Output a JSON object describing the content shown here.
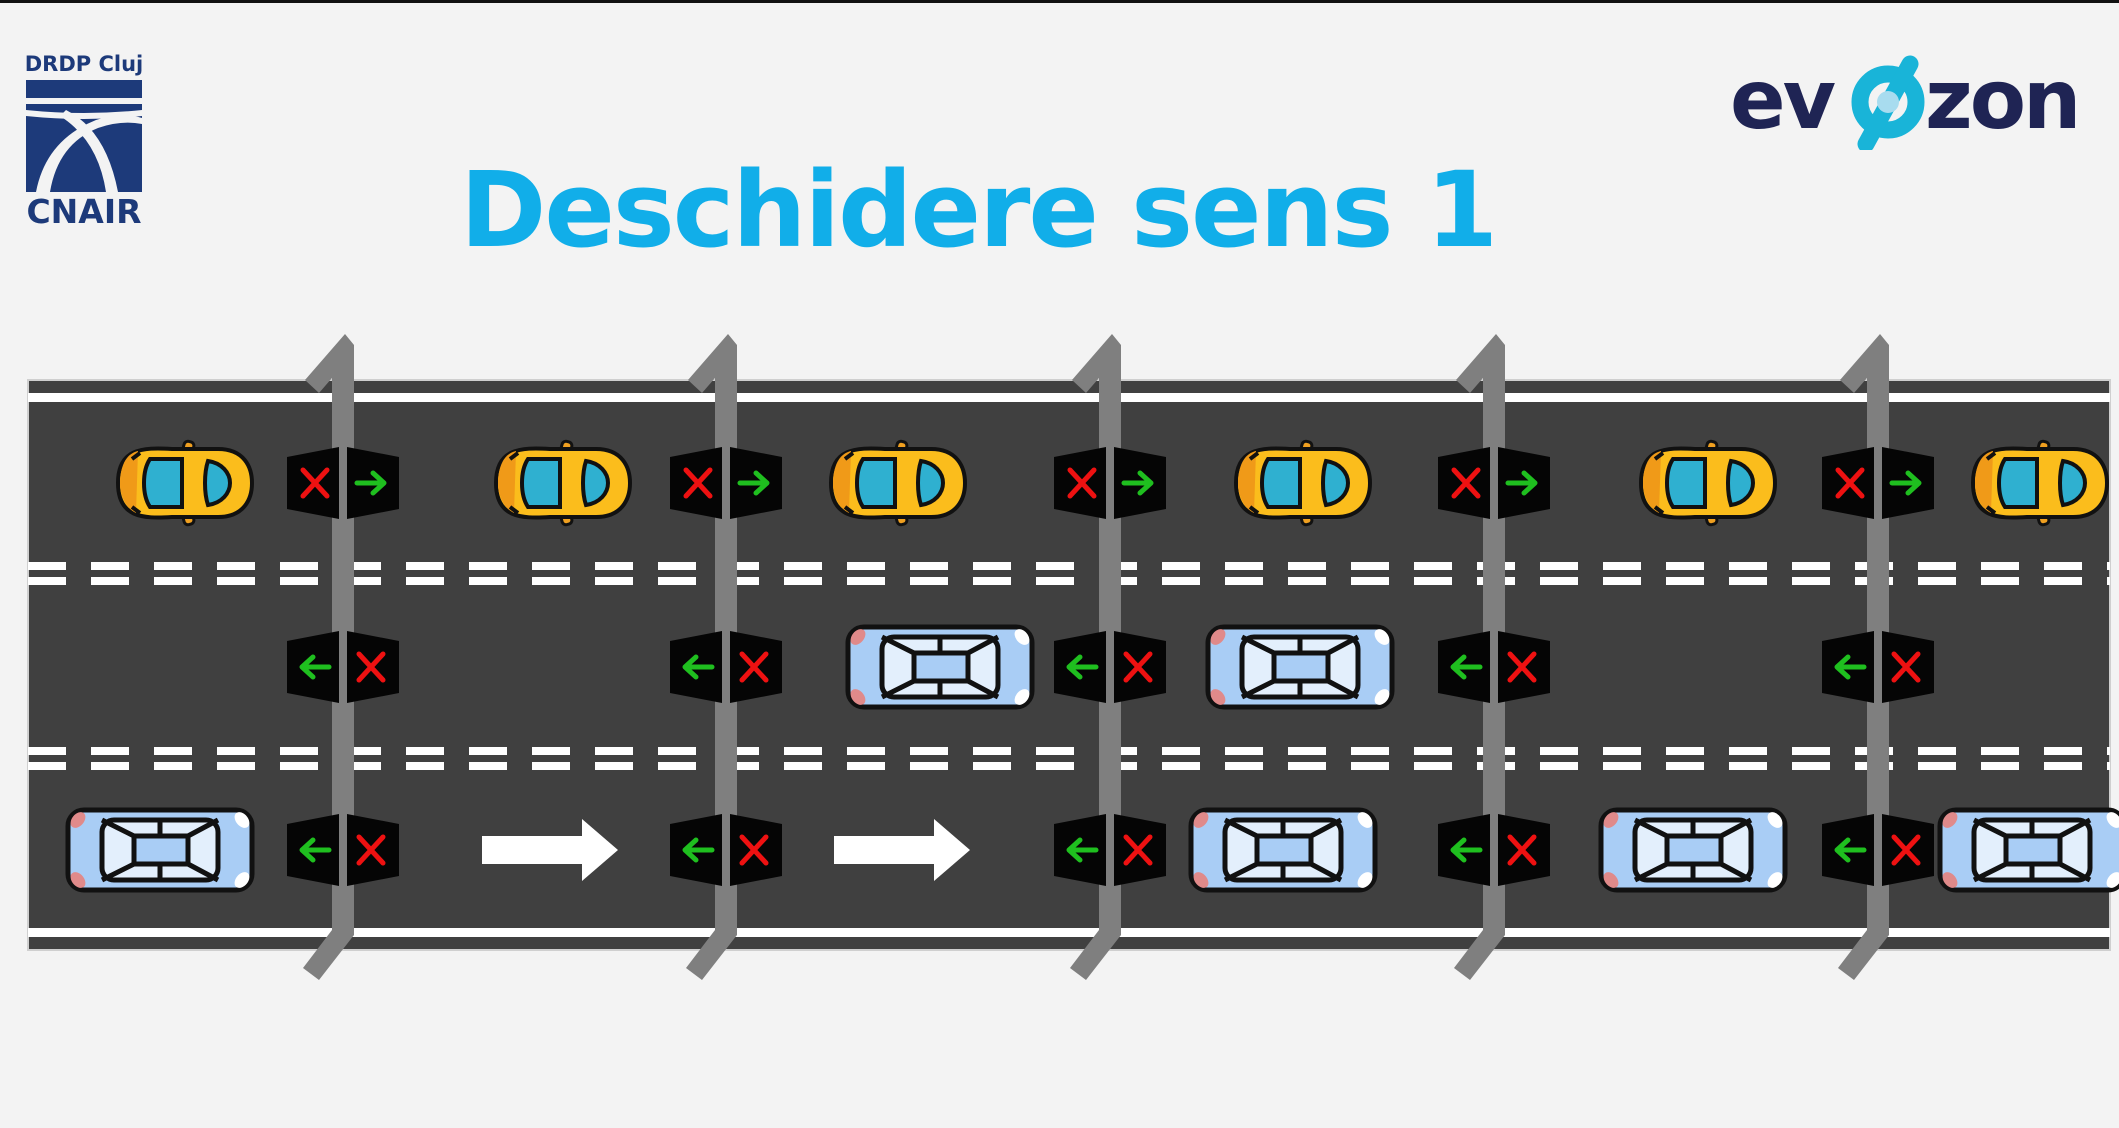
{
  "title": "Deschidere sens 1",
  "logos": {
    "left": {
      "top_text": "DRDP Cluj",
      "bottom_text": "CNAIR"
    },
    "right": {
      "text_before": "ev",
      "text_after": "zon",
      "brand_color": "#1f2454",
      "accent_color": "#19b4d8"
    }
  },
  "colors": {
    "background": "#f3f3f3",
    "road": "#404040",
    "lane_marking": "#ffffff",
    "gantry": "#7f7f7f",
    "signal_box": "#050505",
    "signal_green": "#1fbf1f",
    "signal_red": "#ee1111",
    "title": "#11aee9",
    "car_yellow": "#fbbd1c",
    "car_blue": "#a9cdf5"
  },
  "road": {
    "lanes": [
      {
        "id": "lane-1",
        "signal_left": "red-x",
        "signal_right": "green-arrow-right"
      },
      {
        "id": "lane-2",
        "signal_left": "green-arrow-left",
        "signal_right": "red-x"
      },
      {
        "id": "lane-3",
        "signal_left": "green-arrow-left",
        "signal_right": "red-x"
      }
    ],
    "gantry_count": 5,
    "lane_direction_arrows": [
      {
        "lane": "lane-3",
        "direction": "right"
      },
      {
        "lane": "lane-3",
        "direction": "right"
      }
    ],
    "vehicles": [
      {
        "type": "yellow-car",
        "lane": "lane-1",
        "facing": "right"
      },
      {
        "type": "yellow-car",
        "lane": "lane-1",
        "facing": "right"
      },
      {
        "type": "yellow-car",
        "lane": "lane-1",
        "facing": "right"
      },
      {
        "type": "yellow-car",
        "lane": "lane-1",
        "facing": "right"
      },
      {
        "type": "yellow-car",
        "lane": "lane-1",
        "facing": "right"
      },
      {
        "type": "yellow-car",
        "lane": "lane-1",
        "facing": "right"
      },
      {
        "type": "blue-car",
        "lane": "lane-2",
        "facing": "left"
      },
      {
        "type": "blue-car",
        "lane": "lane-2",
        "facing": "left"
      },
      {
        "type": "blue-car",
        "lane": "lane-3",
        "facing": "left"
      },
      {
        "type": "blue-car",
        "lane": "lane-3",
        "facing": "left"
      },
      {
        "type": "blue-car",
        "lane": "lane-3",
        "facing": "left"
      },
      {
        "type": "blue-car",
        "lane": "lane-3",
        "facing": "left"
      }
    ]
  }
}
